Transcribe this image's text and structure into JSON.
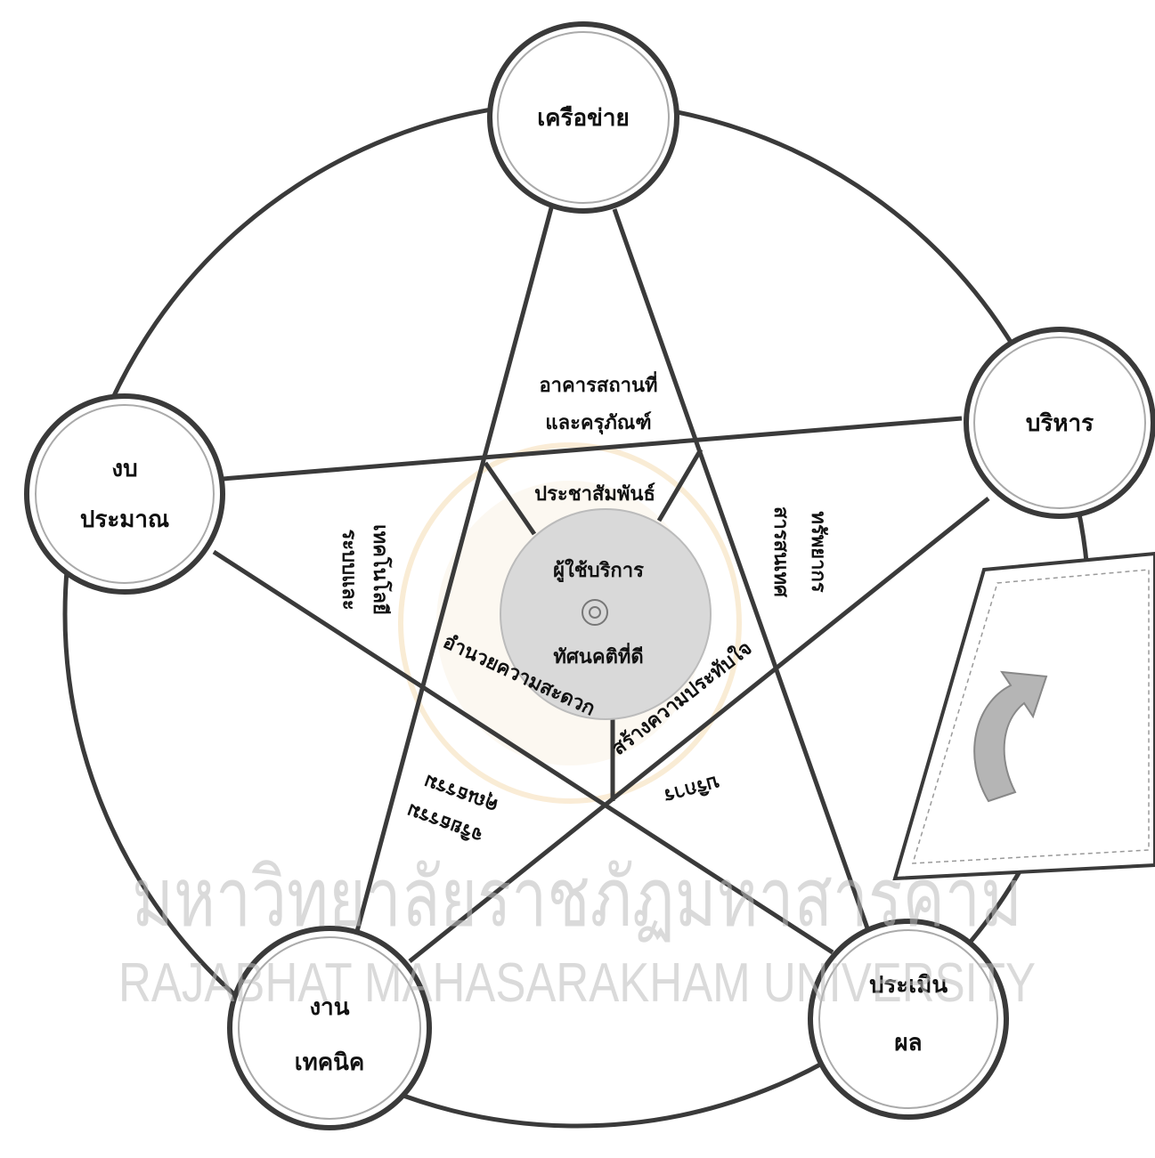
{
  "nodes": {
    "top": "เครือข่าย",
    "right": "บริหาร",
    "left_line1": "งบ",
    "left_line2": "ประมาณ",
    "bottom_left_line1": "งาน",
    "bottom_left_line2": "เทคนิค",
    "bottom_right_line1": "ประเมิน",
    "bottom_right_line2": "ผล"
  },
  "segments": {
    "building_line1": "อาคารสถานที่",
    "building_line2": "และครุภัณฑ์",
    "public_relations": "ประชาสัมพันธ์",
    "technology_line1": "ระบบและ",
    "technology_line2": "เทคโนโลยี",
    "resources_line1": "ทรัพยากร",
    "resources_line2": "สารสนเทศ",
    "convenience": "อำนวยความสะดวก",
    "impression": "สร้างความประทับใจ",
    "ethics_line1": "คุณธรรม",
    "ethics_line2": "จริยธรรม",
    "service": "บริการ"
  },
  "center": {
    "title": "ผู้ใช้บริการ",
    "subtitle": "ทัศนคติที่ดี"
  },
  "watermark": {
    "thai": "มหาวิทยาลัยราชภัฏมหาสารคาม",
    "english": "RAJABHAT MAHASARAKHAM UNIVERSITY"
  },
  "colors": {
    "line": "#3a3a3a",
    "node_fill": "#ffffff",
    "center_fill": "#d9d9d9",
    "watermark": "#bdbdbd"
  }
}
